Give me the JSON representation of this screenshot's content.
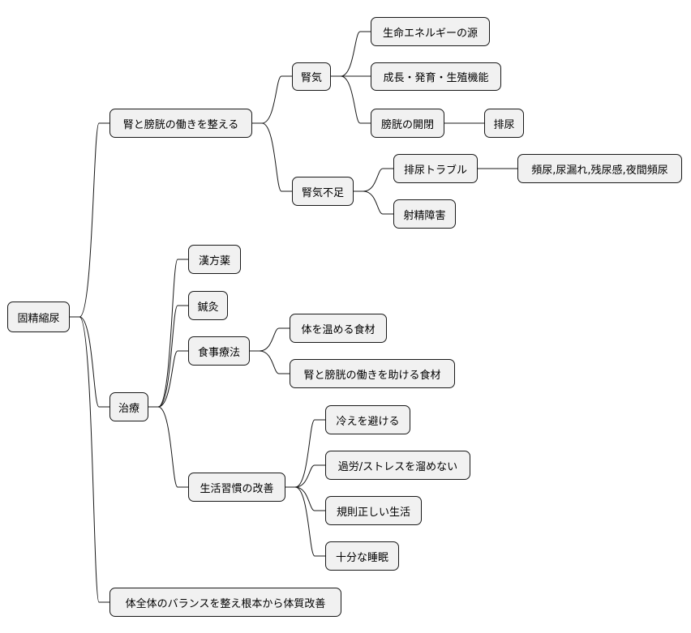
{
  "nodes": {
    "root": "固精縮尿",
    "kidney_bladder": "腎と膀胱の働きを整える",
    "jinki": "腎気",
    "life_energy": "生命エネルギーの源",
    "growth": "成長・発育・生殖機能",
    "bladder_open_close": "膀胱の開閉",
    "urination": "排尿",
    "jinki_deficiency": "腎気不足",
    "urination_trouble": "排尿トラブル",
    "symptoms": "頻尿,尿漏れ,残尿感,夜間頻尿",
    "ejaculation_disorder": "射精障害",
    "treatment": "治療",
    "herbal": "漢方薬",
    "acupuncture": "鍼灸",
    "diet_therapy": "食事療法",
    "warming_foods": "体を温める食材",
    "supporting_foods": "腎と膀胱の働きを助ける食材",
    "lifestyle": "生活習慣の改善",
    "avoid_cold": "冷えを避ける",
    "avoid_stress": "過労/ストレスを溜めない",
    "regular_life": "規則正しい生活",
    "sleep": "十分な睡眠",
    "balance": "体全体のバランスを整え根本から体質改善"
  }
}
